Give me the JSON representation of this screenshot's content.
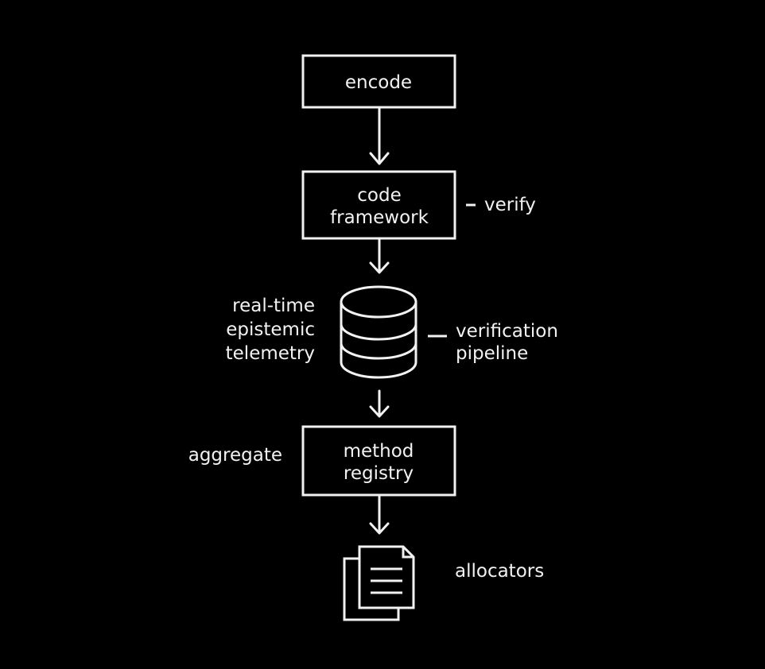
{
  "colors": {
    "background": "#000000",
    "stroke": "#f2f2f2",
    "text": "#f2f2f2"
  },
  "nodes": {
    "encode": {
      "line1": "encode"
    },
    "framework": {
      "line1": "code",
      "line2": "framework"
    },
    "registry": {
      "line1": "method",
      "line2": "registry"
    }
  },
  "labels": {
    "verify": "verify",
    "telemetry": {
      "line1": "real-time",
      "line2": "epistemic",
      "line3": "telemetry"
    },
    "pipeline": {
      "line1": "verification",
      "line2": "pipeline"
    },
    "aggregate": "aggregate",
    "allocators": "allocators"
  },
  "icons": {
    "database": "database-icon",
    "documents": "documents-icon"
  }
}
